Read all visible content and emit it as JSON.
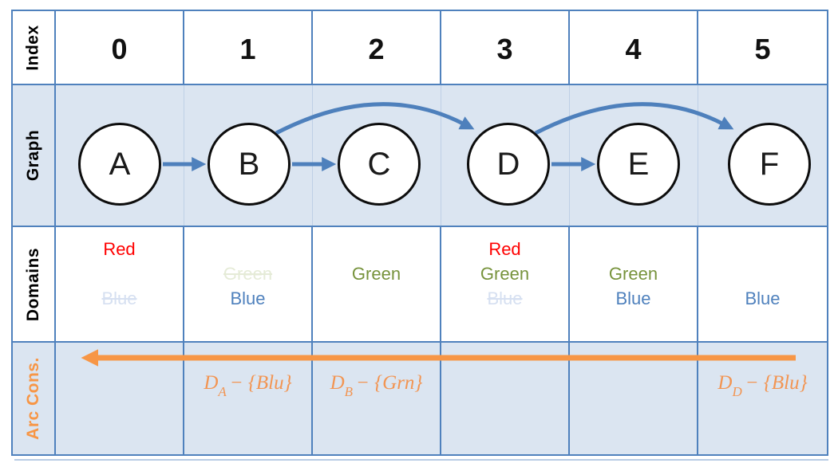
{
  "colors": {
    "border_blue": "#4F81BD",
    "row_fill_blue": "#DBE5F1",
    "edge_arrow_blue": "#4E80BC",
    "arc_orange": "#F79646",
    "domain_red": "#FF0000",
    "domain_green": "#77933C",
    "domain_blue": "#4F81BD",
    "struck_green": "#E5EBD7",
    "struck_blue": "#D6E0F1"
  },
  "rows": {
    "index": {
      "label": "Index",
      "values": [
        "0",
        "1",
        "2",
        "3",
        "4",
        "5"
      ]
    },
    "graph": {
      "label": "Graph",
      "nodes": [
        "A",
        "B",
        "C",
        "D",
        "E",
        "F"
      ],
      "edges": [
        {
          "from": "A",
          "to": "B",
          "style": "straight"
        },
        {
          "from": "B",
          "to": "C",
          "style": "straight"
        },
        {
          "from": "B",
          "to": "D",
          "style": "curved"
        },
        {
          "from": "D",
          "to": "E",
          "style": "straight"
        },
        {
          "from": "D",
          "to": "F",
          "style": "curved"
        }
      ]
    },
    "domains": {
      "label": "Domains",
      "cells": [
        {
          "node": "A",
          "red": "Red",
          "green": "",
          "blue": "Blue",
          "red_struck": false,
          "green_struck": false,
          "blue_struck": true
        },
        {
          "node": "B",
          "red": "",
          "green": "Green",
          "blue": "Blue",
          "red_struck": false,
          "green_struck": true,
          "blue_struck": false
        },
        {
          "node": "C",
          "red": "",
          "green": "Green",
          "blue": "",
          "red_struck": false,
          "green_struck": false,
          "blue_struck": false
        },
        {
          "node": "D",
          "red": "Red",
          "green": "Green",
          "blue": "Blue",
          "red_struck": false,
          "green_struck": false,
          "blue_struck": true
        },
        {
          "node": "E",
          "red": "",
          "green": "Green",
          "blue": "Blue",
          "red_struck": false,
          "green_struck": false,
          "blue_struck": false
        },
        {
          "node": "F",
          "red": "",
          "green": "",
          "blue": "Blue",
          "red_struck": false,
          "green_struck": false,
          "blue_struck": false
        }
      ]
    },
    "arc": {
      "label": "Arc Cons.",
      "direction": "right-to-left",
      "operations": [
        {
          "base": "D",
          "sub": "A",
          "rest": "− {Blu}"
        },
        {
          "base": "D",
          "sub": "B",
          "rest": "− {Grn}"
        },
        {
          "base": "D",
          "sub": "D",
          "rest": "− {Blu}"
        }
      ]
    }
  }
}
